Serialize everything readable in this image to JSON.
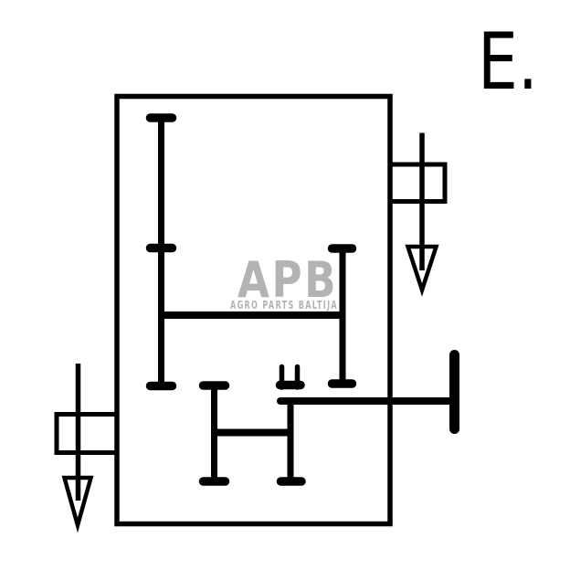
{
  "figure": {
    "type": "gearbox-schematic-drawing",
    "label": "E.",
    "background_color": "#ffffff",
    "line_color": "#000000"
  },
  "watermark": {
    "logo_text": "APB",
    "subtitle": "AGRO PARTS BALTIJA",
    "color": "#b3b3b3"
  },
  "icons": {
    "right_port_arrow": "down-arrow-outline",
    "left_port_arrow": "down-arrow-outline"
  }
}
